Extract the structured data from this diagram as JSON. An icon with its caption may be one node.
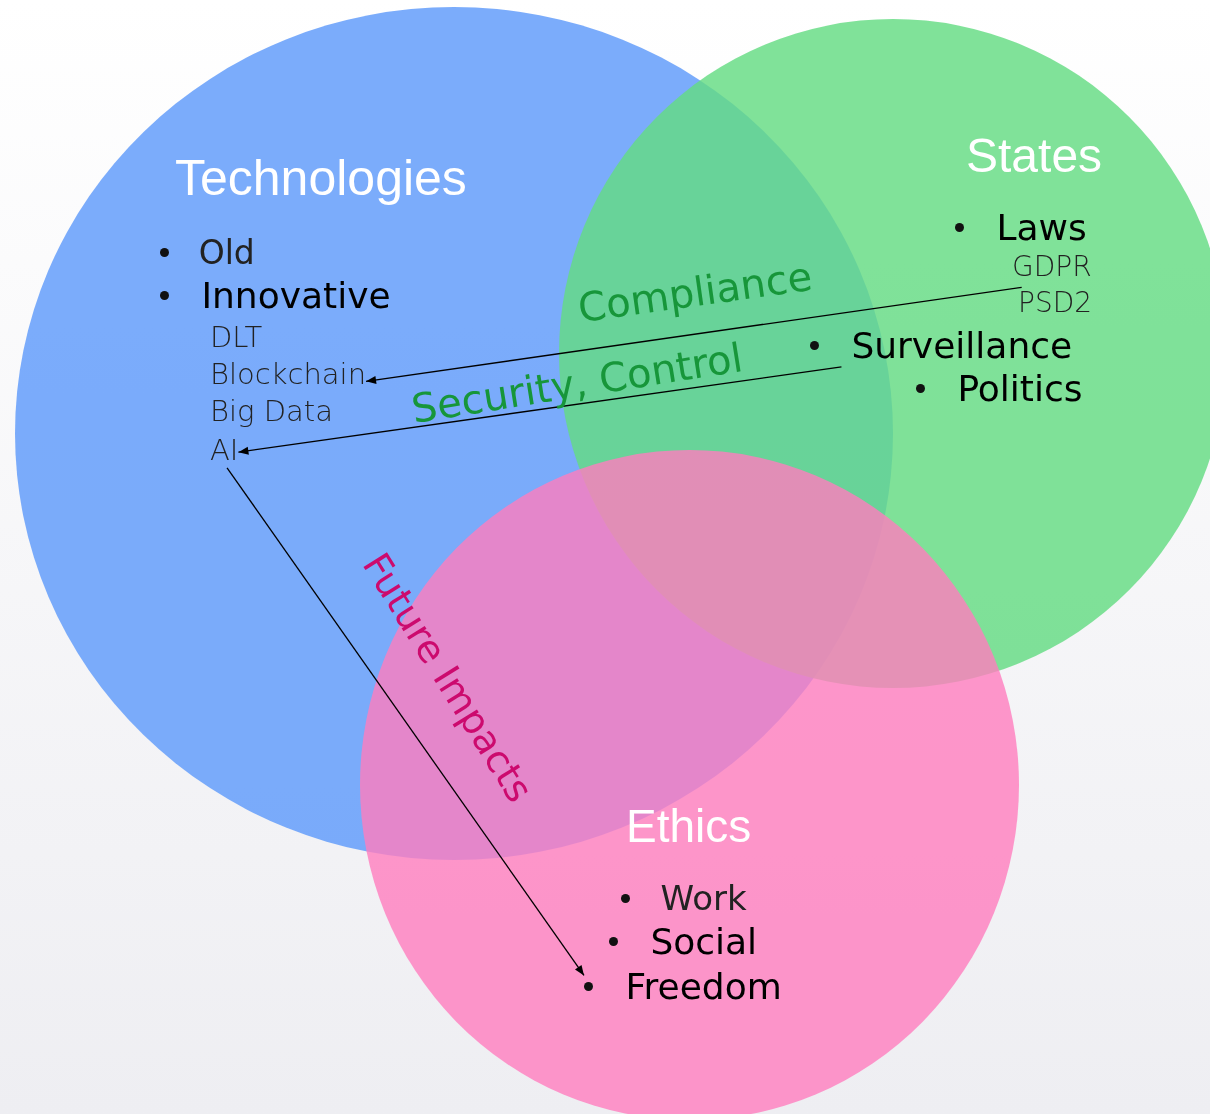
{
  "diagram": {
    "nodes": [
      {
        "text": [
          "Technologies"
        ]
      },
      {
        "text": [
          "Old"
        ],
        "in": 0
      },
      {
        "text": [
          "Innovative"
        ],
        "in": 0
      },
      {
        "text": [
          "DLT"
        ],
        "in": 0
      },
      {
        "text": [
          "Blockchain"
        ],
        "in": 0
      },
      {
        "text": [
          "Big Data"
        ],
        "in": 0
      },
      {
        "text": [
          "AI"
        ],
        "in": 0
      },
      {
        "text": [
          "States"
        ]
      },
      {
        "text": [
          "Laws"
        ],
        "in": 7
      },
      {
        "text": [
          "GDPR"
        ],
        "in": 7
      },
      {
        "text": [
          "PSD2"
        ],
        "in": 7
      },
      {
        "text": [
          "Surveillance"
        ]
      },
      {
        "text": [
          "Politics"
        ],
        "in": 7
      },
      {
        "text": [
          "Ethics"
        ]
      },
      {
        "text": [
          "Work"
        ],
        "in": 13
      },
      {
        "text": [
          "Social"
        ],
        "in": 13
      },
      {
        "text": [
          "Freedom"
        ],
        "in": 13
      }
    ],
    "edges": [
      {
        "from": 10,
        "to": 4,
        "arrow": "to",
        "label": "Compliance"
      },
      {
        "from": 11,
        "to": 6,
        "arrow": "to",
        "label": "Security, Control"
      },
      {
        "from": 6,
        "to": 16,
        "arrow": "to",
        "label": "Future Impacts"
      }
    ]
  }
}
